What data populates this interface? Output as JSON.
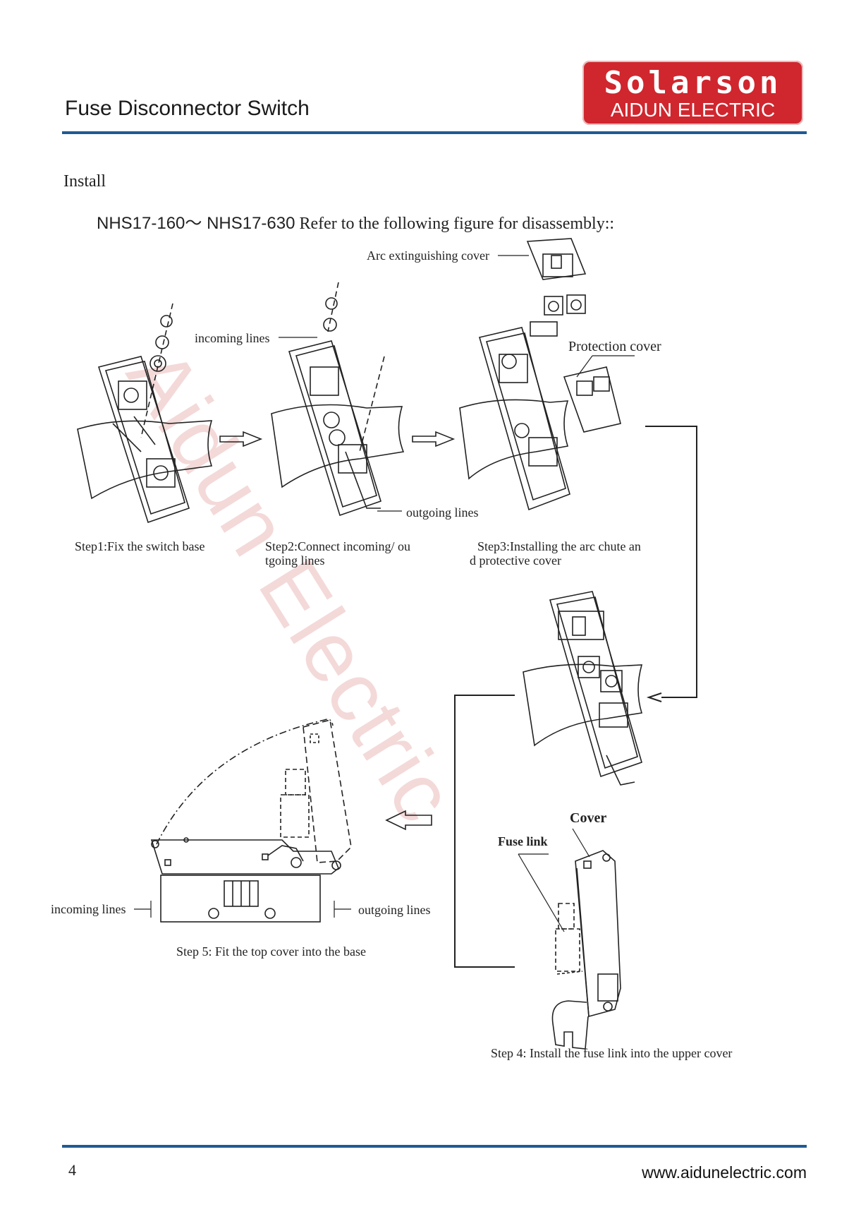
{
  "header": {
    "title": "Fuse Disconnector Switch",
    "logo_brand": "Solarson",
    "logo_sub": "AIDUN ELECTRIC"
  },
  "section_title": "Install",
  "intro": {
    "model": "NHS17-160～ NHS17-630",
    "text": " Refer to the following figure for disassembly::"
  },
  "watermark": "Aidun Electric",
  "labels": {
    "arc_cover": "Arc extinguishing cover",
    "incoming_lines_top": "incoming lines",
    "protection_cover": "Protection cover",
    "outgoing_lines_top": "outgoing lines",
    "fuse_link": "Fuse link",
    "cover": "Cover",
    "incoming_lines_bottom": "incoming lines",
    "outgoing_lines_bottom": "outgoing lines"
  },
  "steps": {
    "step1": "Step1:Fix the switch base",
    "step2_line1": "Step2:Connect incoming/  ou",
    "step2_line2": "tgoing lines",
    "step3_line1": "Step3:Installing the arc chute an",
    "step3_line2": "d protective cover",
    "step4": "Step 4: Install the fuse link into the upper cover",
    "step5": "Step 5: Fit the top cover into the base"
  },
  "footer": {
    "page_number": "4",
    "website": "www.aidunelectric.com"
  }
}
